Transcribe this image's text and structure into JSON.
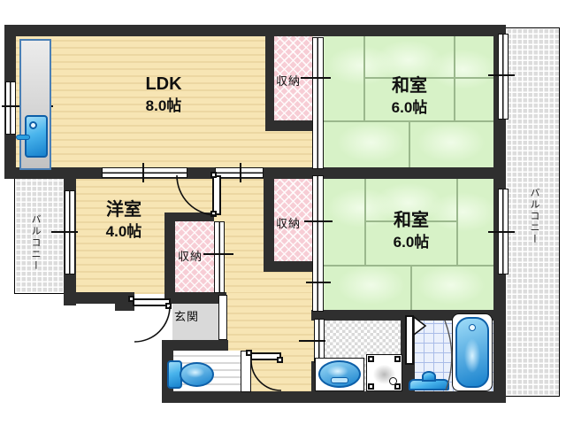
{
  "floorplan": {
    "rooms": {
      "ldk": {
        "label": "LDK",
        "area": "8.0帖"
      },
      "japanese_room_top": {
        "label": "和室",
        "area": "6.0帖"
      },
      "japanese_room_bottom": {
        "label": "和室",
        "area": "6.0帖"
      },
      "western_room": {
        "label": "洋室",
        "area": "4.0帖"
      },
      "entrance": {
        "label": "玄関"
      },
      "closet_top": {
        "label": "収納"
      },
      "closet_middle": {
        "label": "収納"
      },
      "closet_west": {
        "label": "収納"
      },
      "balcony_left": {
        "label": "バルコニー"
      },
      "balcony_right": {
        "label": "バルコニー"
      }
    },
    "fixtures": [
      "kitchen-sink",
      "toilet",
      "washbasin",
      "washing-machine-pan",
      "bathtub",
      "shower-counter"
    ],
    "colors": {
      "wall": "#2f2f2f",
      "wood_floor": "#f7e5b4",
      "tatami_green": "#d7f2c7",
      "closet_pink": "#f7cdd5",
      "entrance_gray": "#d9d9d9",
      "bath_tile": "#eaf0fc",
      "fixture_blue": "#2b9fe0"
    }
  }
}
